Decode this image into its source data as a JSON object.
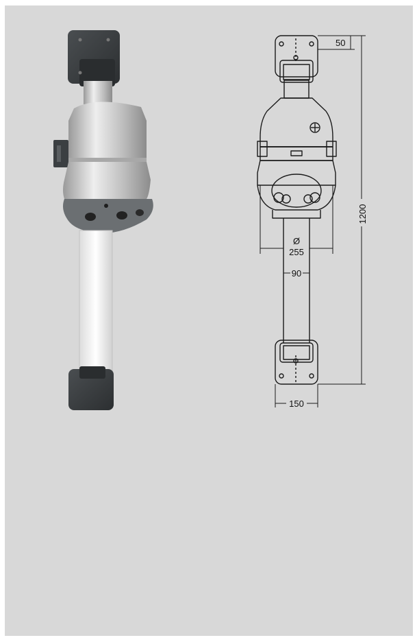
{
  "colors": {
    "panel_background": "#d8d8d8",
    "line_drawing": "#1a1a1a",
    "housing_silver": "#c8c8c8",
    "bracket_dark": "#3a3d3f",
    "tube_white": "#f2f2f2"
  },
  "drawing": {
    "dim_bracket_offset": "50",
    "dim_total_height": "1200",
    "dim_diameter_symbol": "Ø",
    "dim_diameter": "255",
    "dim_tube_width": "90",
    "dim_bracket_width": "150"
  }
}
